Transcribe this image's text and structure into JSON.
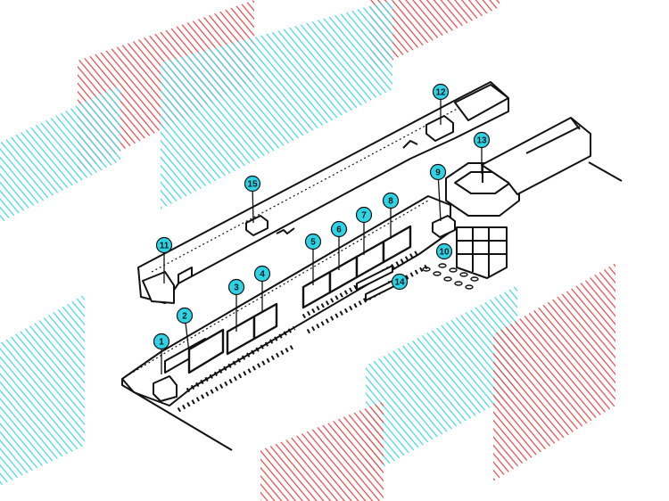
{
  "colors": {
    "background": "#ffffff",
    "line": "#111111",
    "cyan_hatch": "#34d6e4",
    "red_hatch": "#ec3b3b",
    "marker_fill": "#2fd3e3"
  },
  "markers": [
    {
      "id": "1",
      "label": "1"
    },
    {
      "id": "2",
      "label": "2"
    },
    {
      "id": "3",
      "label": "3"
    },
    {
      "id": "4",
      "label": "4"
    },
    {
      "id": "5",
      "label": "5"
    },
    {
      "id": "6",
      "label": "6"
    },
    {
      "id": "7",
      "label": "7"
    },
    {
      "id": "8",
      "label": "8"
    },
    {
      "id": "9",
      "label": "9"
    },
    {
      "id": "10",
      "label": "10"
    },
    {
      "id": "11",
      "label": "11"
    },
    {
      "id": "12",
      "label": "12"
    },
    {
      "id": "13",
      "label": "13"
    },
    {
      "id": "14",
      "label": "14"
    },
    {
      "id": "15",
      "label": "15"
    }
  ]
}
